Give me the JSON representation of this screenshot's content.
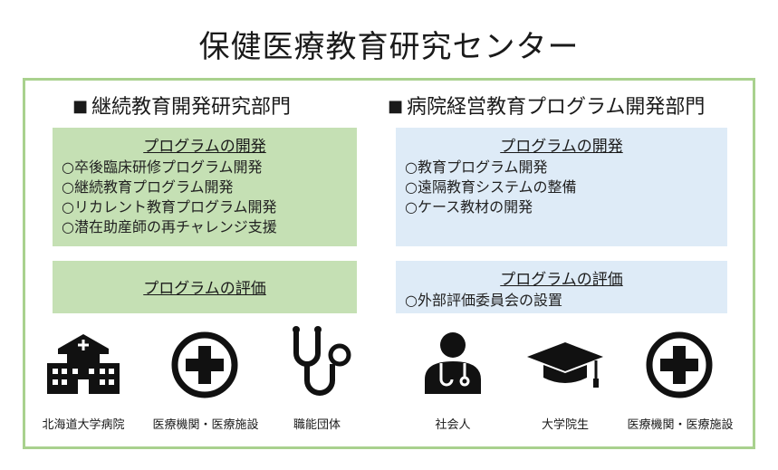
{
  "title": "保健医療教育研究センター",
  "left": {
    "heading": "継続教育開発研究部門",
    "dev": {
      "title": "プログラムの開発",
      "items": [
        "卒後臨床研修プログラム開発",
        "継続教育プログラム開発",
        "リカレント教育プログラム開発",
        "潜在助産師の再チャレンジ支援"
      ]
    },
    "eval": {
      "title": "プログラムの評価"
    }
  },
  "right": {
    "heading": "病院経営教育プログラム開発部門",
    "dev": {
      "title": "プログラムの開発",
      "items": [
        "教育プログラム開発",
        "遠隔教育システムの整備",
        "ケース教材の開発"
      ]
    },
    "eval": {
      "title": "プログラムの評価",
      "items": [
        "外部評価委員会の設置"
      ]
    }
  },
  "captions": [
    "北海道大学病院",
    "医療機関・医療施設",
    "職能団体",
    "社会人",
    "大学院生",
    "医療機関・医療施設"
  ],
  "icons": [
    "hospital-building-icon",
    "medical-cross-icon",
    "stethoscope-icon",
    "doctor-person-icon",
    "graduation-cap-icon",
    "medical-cross-icon"
  ],
  "colors": {
    "frame": "#a9d18e",
    "green_box": "#c5e0b4",
    "blue_box": "#deebf7",
    "icon": "#111111"
  }
}
